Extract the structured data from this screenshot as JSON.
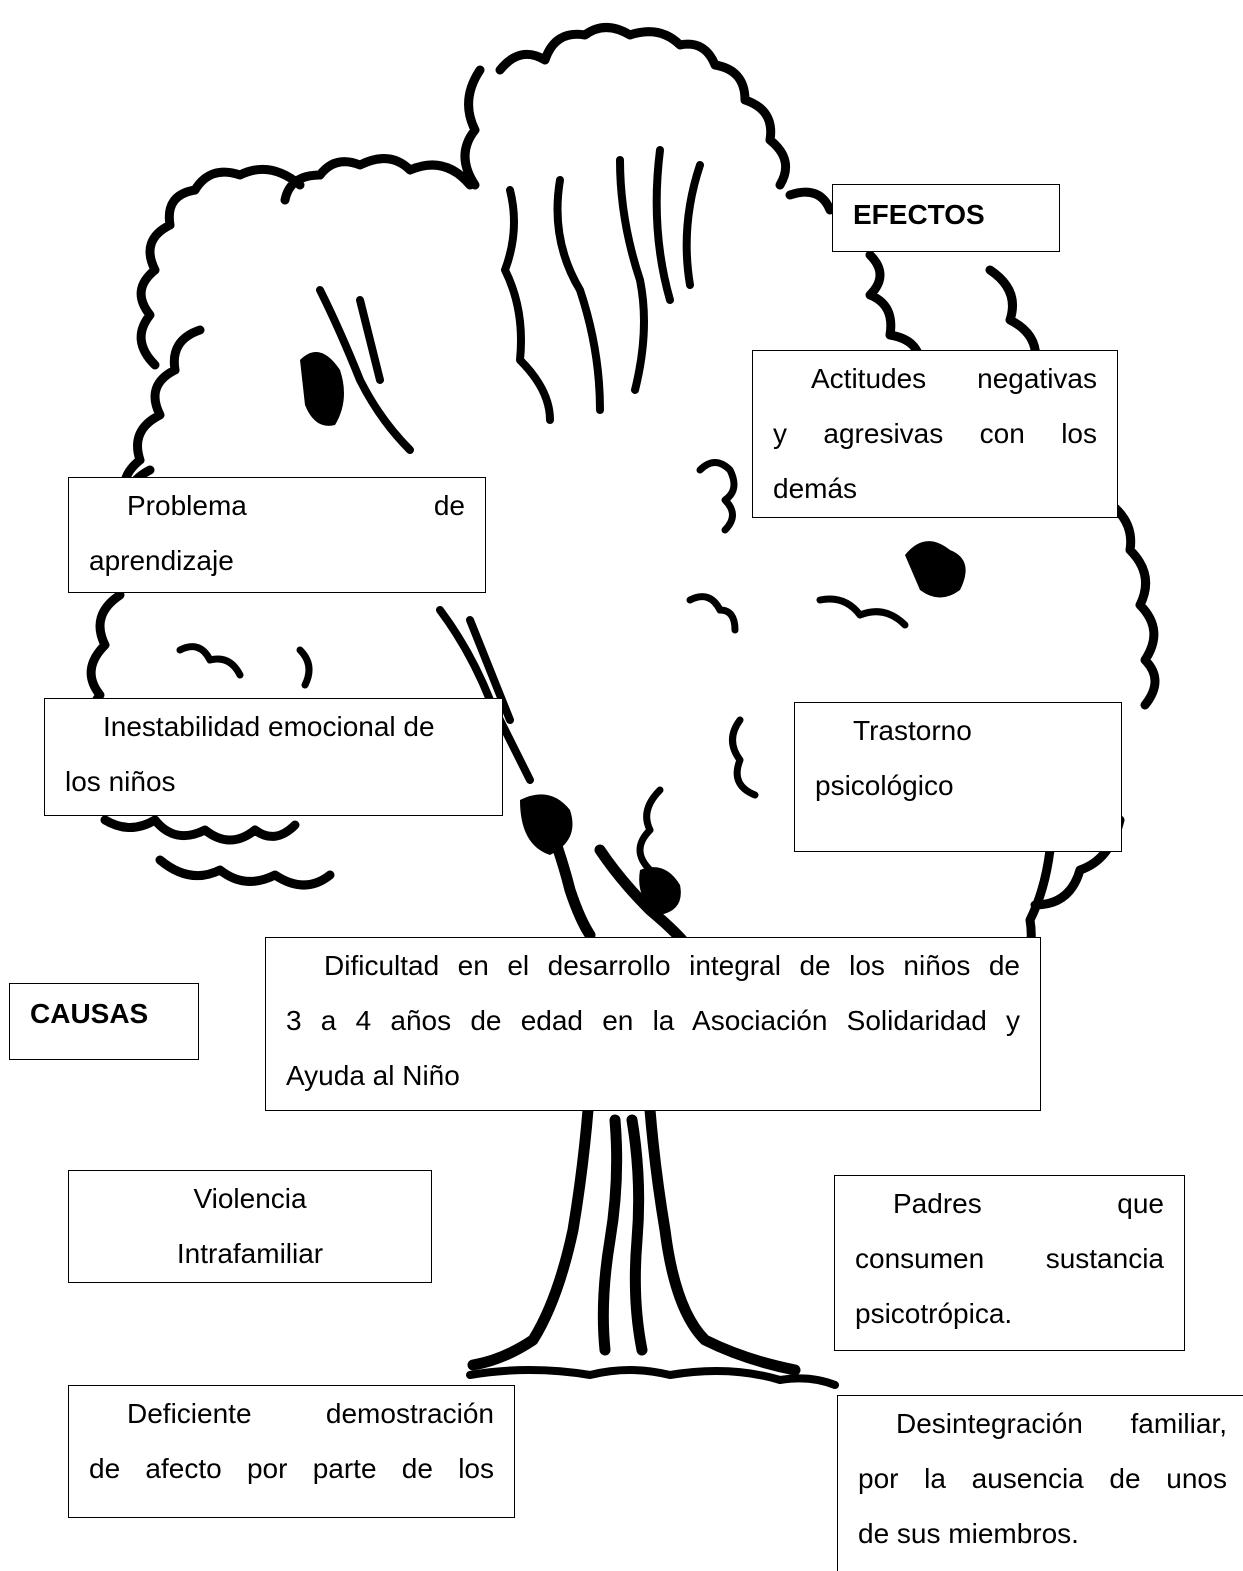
{
  "headers": {
    "effects": "EFECTOS",
    "causes": "CAUSAS"
  },
  "effects": [
    {
      "lines": [
        "Actitudes negativas",
        "y agresivas con los",
        "demás"
      ]
    },
    {
      "lines": [
        "Problema de",
        "aprendizaje"
      ]
    },
    {
      "lines": [
        "Inestabilidad emocional de",
        "los niños"
      ]
    },
    {
      "lines": [
        "Trastorno",
        "psicológico"
      ]
    }
  ],
  "problem": {
    "lines": [
      "Dificultad en el desarrollo integral de los niños de",
      "3 a 4 años de edad en la Asociación Solidaridad y",
      "Ayuda al Niño"
    ]
  },
  "causes": [
    {
      "lines": [
        "Violencia",
        "Intrafamiliar"
      ]
    },
    {
      "lines": [
        "Padres que",
        "consumen sustancia",
        "psicotrópica."
      ]
    },
    {
      "lines": [
        "Deficiente demostración",
        "de afecto por parte de los"
      ]
    },
    {
      "lines": [
        "Desintegración familiar,",
        "por la ausencia de unos",
        "de sus miembros."
      ]
    }
  ]
}
